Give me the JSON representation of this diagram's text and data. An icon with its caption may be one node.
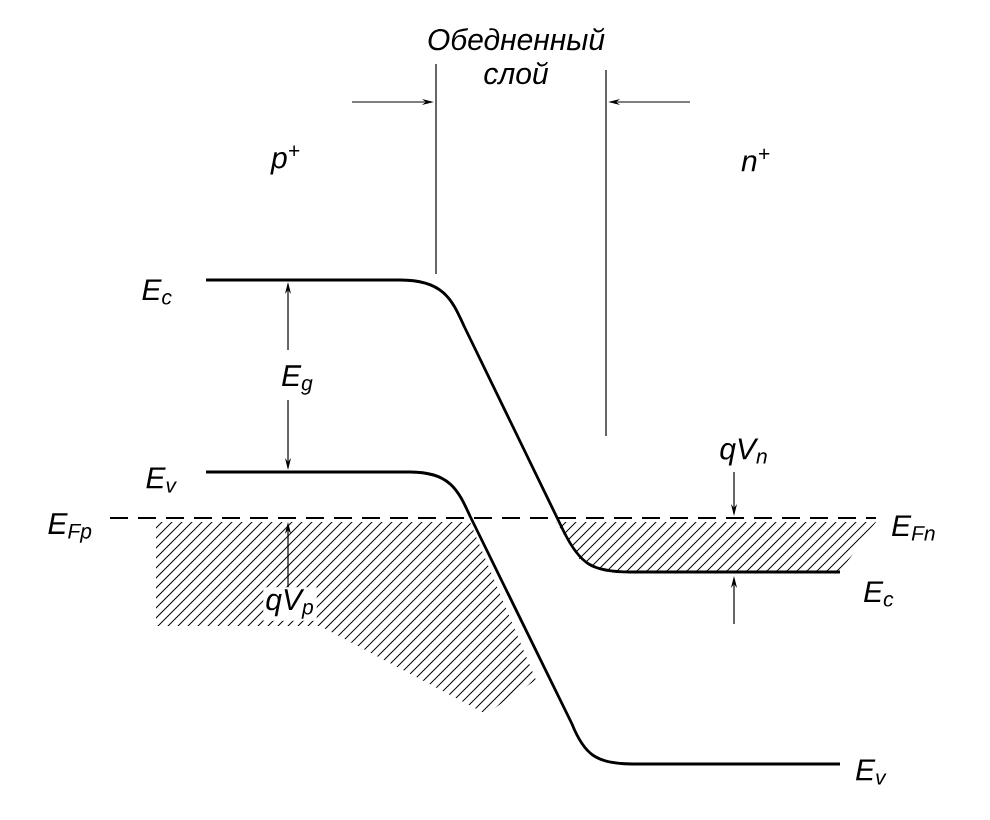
{
  "diagram": {
    "labels": [
      "Обедненный слой",
      "p$^{+}$",
      "n$^{+}$",
      "E$_{c}$",
      "E$_{g}$",
      "E$_{v}$",
      "E$_{Fp}$",
      "qV$_{p}$",
      "qV$_{n}$",
      "E$_{Fn}$",
      "E$_{c}$",
      "E$_{v}$"
    ]
  }
}
